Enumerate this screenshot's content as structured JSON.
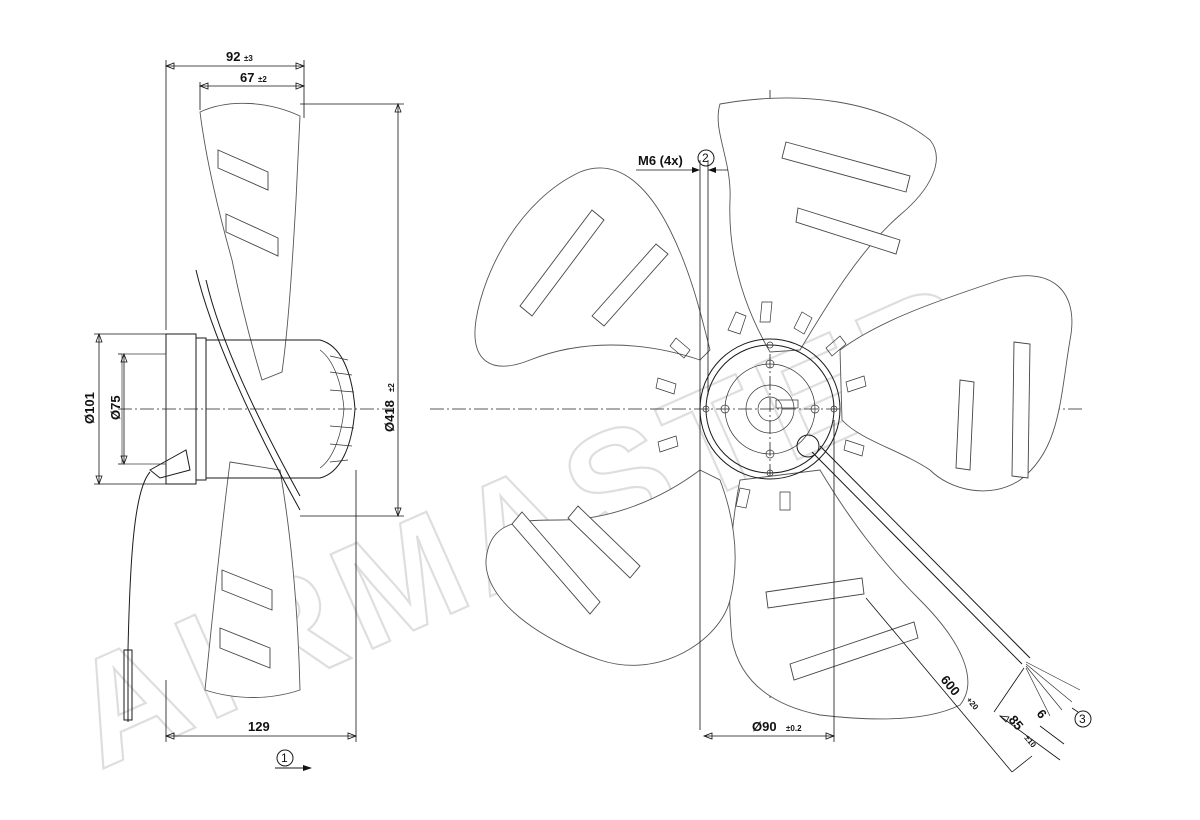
{
  "watermark": "AIRMASTER",
  "side_view": {
    "dim_overall_depth": {
      "value": "92",
      "tol": "±3"
    },
    "dim_blade_depth": {
      "value": "67",
      "tol": "±2"
    },
    "dim_rotor_dia": {
      "value": "Ø101"
    },
    "dim_shaft_dia": {
      "value": "Ø75"
    },
    "dim_fan_dia": {
      "value": "Ø418",
      "tol": "±2"
    },
    "dim_total_length": {
      "value": "129"
    },
    "callout_airflow": "1"
  },
  "front_view": {
    "thread_label": "M6 (4x)",
    "callout_thread": "2",
    "dim_bolt_circle": {
      "value": "Ø90",
      "tol": "±0.2"
    },
    "dim_cable_length": {
      "value": "600",
      "tol": "+20"
    },
    "dim_strip_length": {
      "value": "85",
      "tol": "±10"
    },
    "dim_wire_end": {
      "value": "6"
    },
    "callout_cable": "3"
  }
}
